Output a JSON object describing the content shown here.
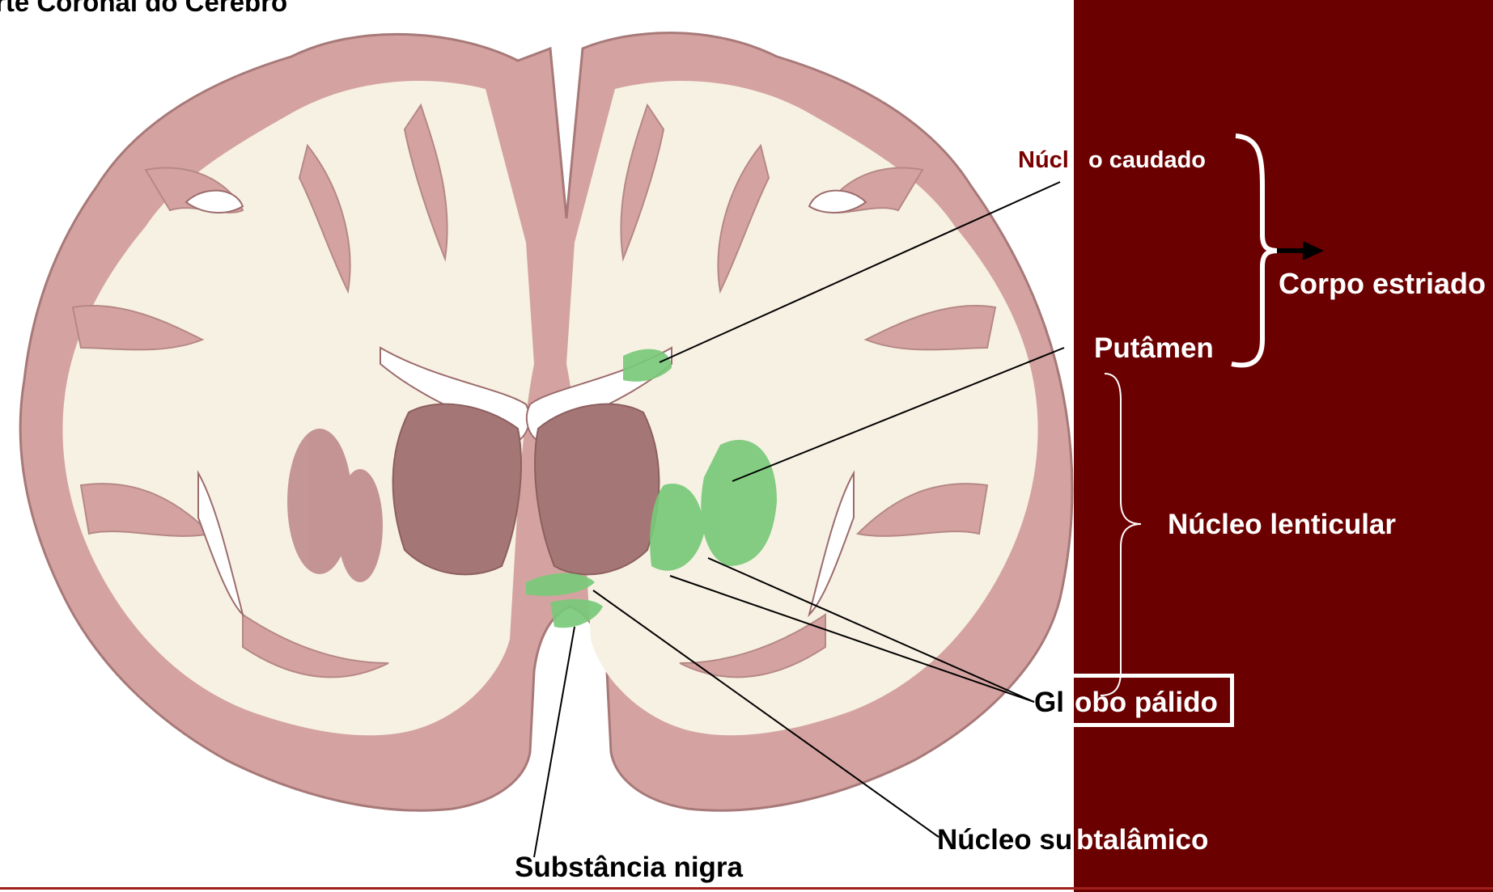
{
  "diagram": {
    "title": "rte Coronal do Cérebro",
    "labels": {
      "nucleo_caudado_part1": "Núcl",
      "nucleo_caudado_part2": "o caudado",
      "corpo_estriado": "Corpo estriado",
      "putamen": "Putâmen",
      "nucleo_lenticular": "Núcleo lenticular",
      "globo_palido_part1": "Gl",
      "globo_palido_part2": "obo pálido",
      "nucleo_subtalamico_part1": "Núcleo su",
      "nucleo_subtalamico_part2": "btalâmico",
      "substancia_nigra": "Substância nigra"
    },
    "colors": {
      "panel": "#6b0000",
      "cortex": "#d4a3a1",
      "white_matter": "#f7f1e3",
      "deep_gray": "#a57676",
      "highlight_green": "#79c97a"
    }
  }
}
